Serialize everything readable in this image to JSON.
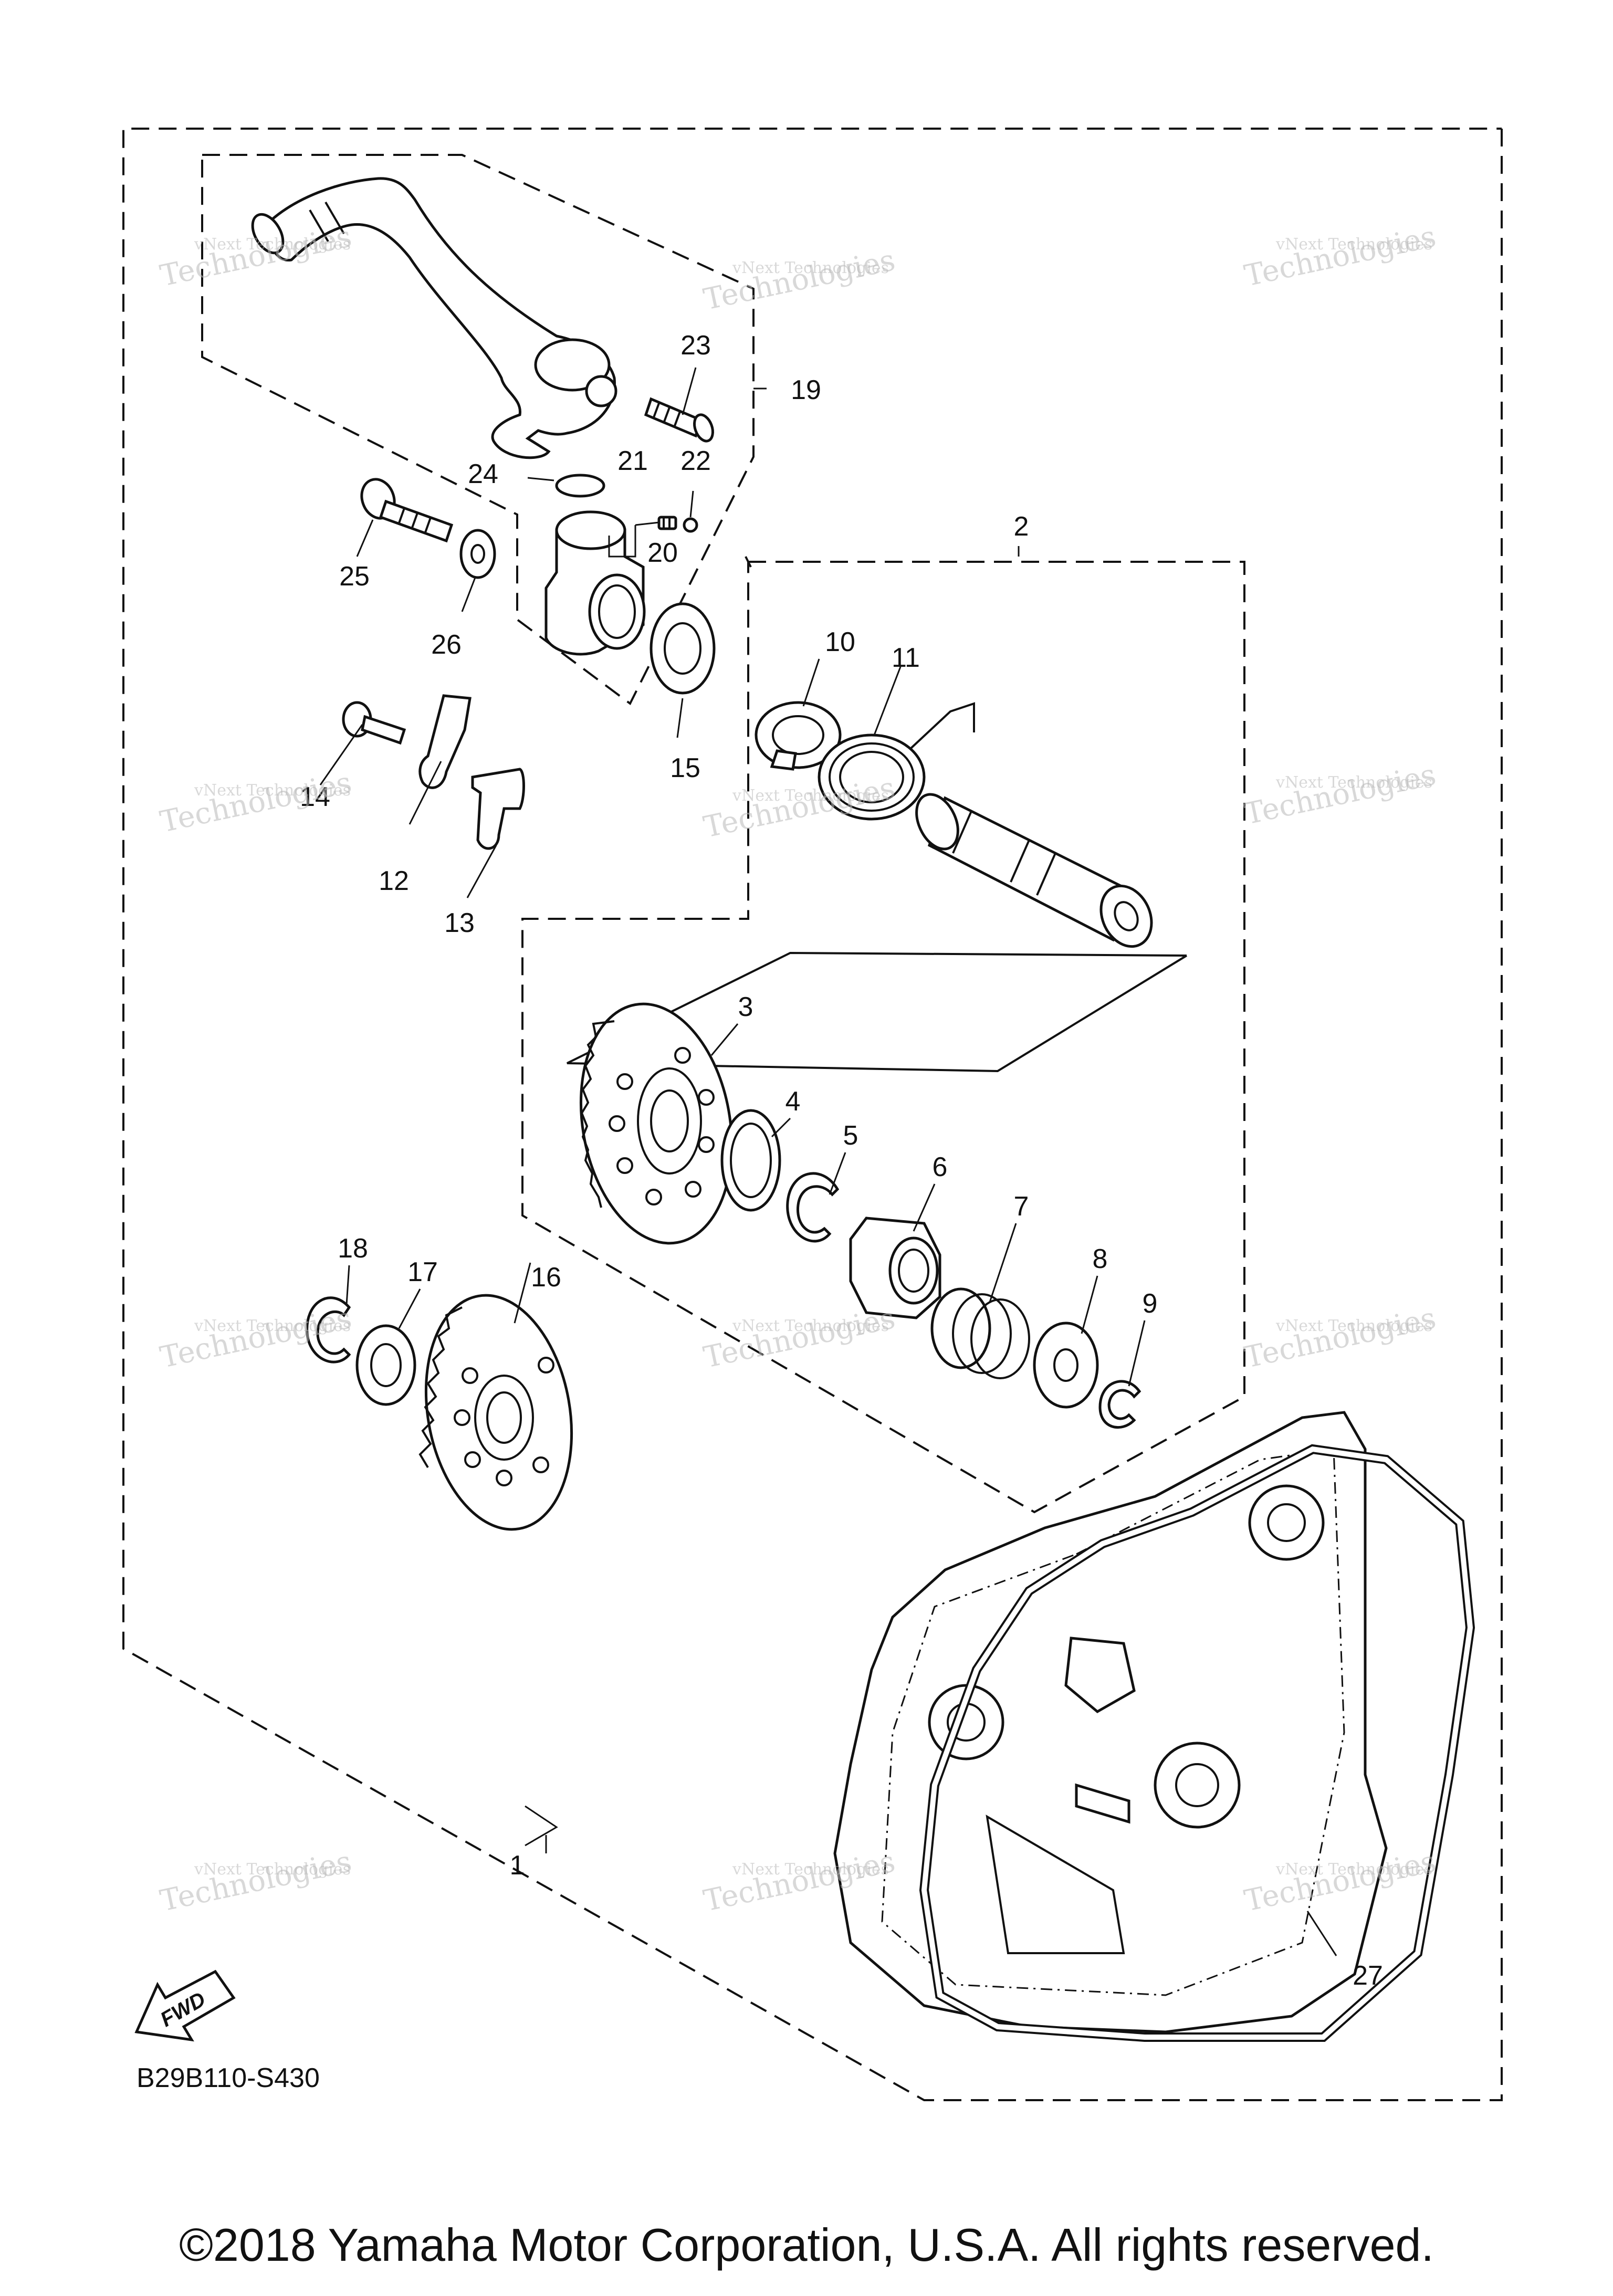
{
  "diagram_code": "B29B110-S430",
  "direction_label": "FWD",
  "watermark_line1": "vNext Technologies",
  "watermark_line2": "Technologies",
  "copyright": "©2018 Yamaha Motor Corporation, U.S.A. All rights reserved.",
  "callouts": {
    "p1": "1",
    "p2": "2",
    "p3": "3",
    "p4": "4",
    "p5": "5",
    "p6": "6",
    "p7": "7",
    "p8": "8",
    "p9": "9",
    "p10": "10",
    "p11": "11",
    "p12": "12",
    "p13": "13",
    "p14": "14",
    "p15": "15",
    "p16": "16",
    "p17": "17",
    "p18": "18",
    "p19": "19",
    "p20": "20",
    "p21": "21",
    "p22": "22",
    "p23": "23",
    "p24": "24",
    "p25": "25",
    "p26": "26",
    "p27": "27"
  }
}
